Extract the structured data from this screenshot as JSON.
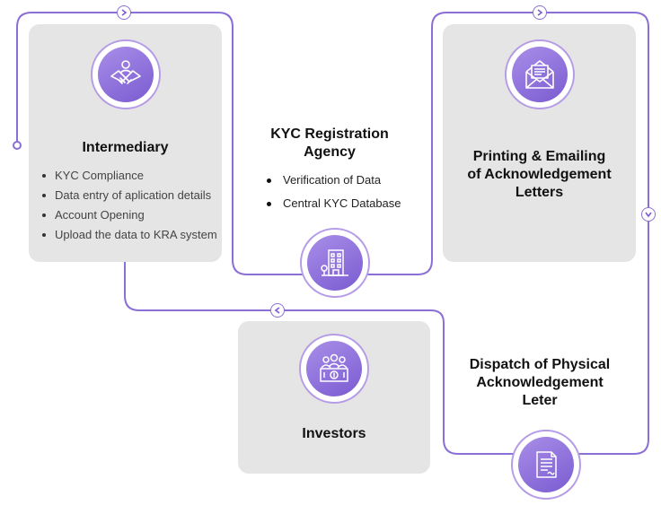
{
  "colors": {
    "line": "#8b6fd6",
    "badge_gradient": [
      "#a98ee8",
      "#7a5bd1"
    ],
    "card": "#e5e5e5"
  },
  "intermediary": {
    "title": "Intermediary",
    "icon": "handshake-icon",
    "items": [
      "KYC Compliance",
      "Data entry of aplication details",
      "Account Opening",
      "Upload the data to KRA system"
    ]
  },
  "kyc_agency": {
    "title_line1": "KYC Registration",
    "title_line2": "Agency",
    "icon": "building-icon",
    "items": [
      "Verification of Data",
      "Central KYC Database"
    ]
  },
  "printing": {
    "title_line1": "Printing & Emailing",
    "title_line2": "of Acknowledgement",
    "title_line3": "Letters",
    "icon": "envelope-letter-icon"
  },
  "dispatch": {
    "title_line1": "Dispatch of Physical",
    "title_line2": "Acknowledgement",
    "title_line3": "Leter",
    "icon": "document-icon"
  },
  "investors": {
    "title": "Investors",
    "icon": "investors-money-icon"
  },
  "connectors": [
    "chevron-right-icon",
    "chevron-right-icon",
    "chevron-down-icon",
    "chevron-left-icon"
  ]
}
